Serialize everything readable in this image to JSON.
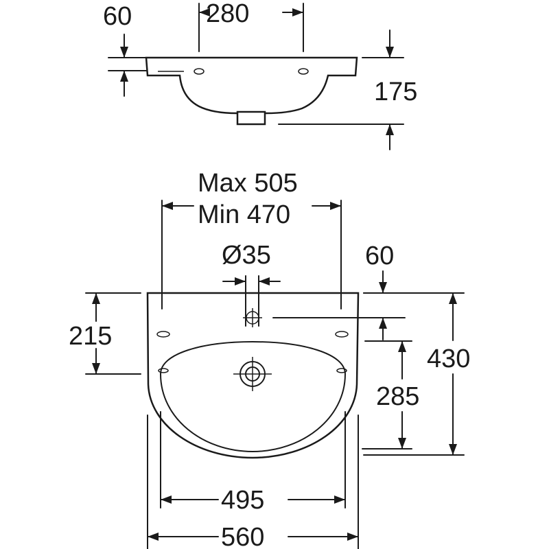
{
  "drawing": {
    "side_view": {
      "dim_rim_thickness": "60",
      "dim_hole_spacing": "280",
      "dim_height": "175"
    },
    "top_view": {
      "dim_width_max": "Max 505",
      "dim_width_min": "Min 470",
      "dim_tap_hole": "Ø35",
      "dim_tap_offset": "60",
      "dim_fixing_height": "215",
      "dim_depth": "430",
      "dim_drain_offset": "285",
      "dim_basin_width": "495",
      "dim_overall_width": "560"
    }
  }
}
